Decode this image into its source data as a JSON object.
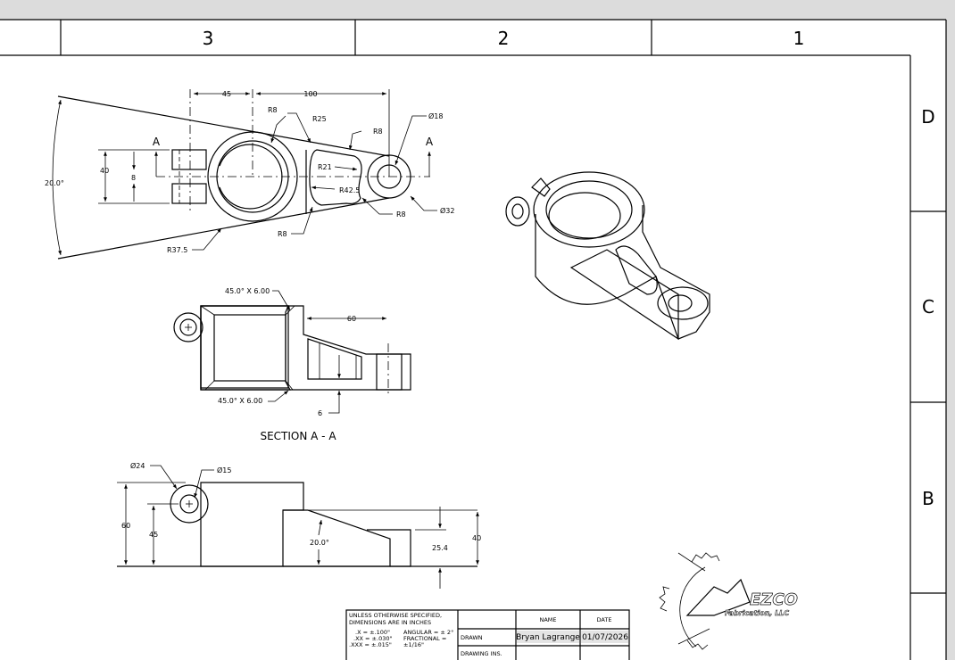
{
  "zones": {
    "columns": [
      "3",
      "2",
      "1"
    ],
    "rows": [
      "D",
      "C",
      "B"
    ]
  },
  "top_view": {
    "section_label_left": "A",
    "section_label_right": "A",
    "dims": {
      "d45": "45",
      "d100": "100",
      "r8_top": "R8",
      "r25": "R25",
      "r8_right": "R8",
      "dia18": "Ø18",
      "d40": "40",
      "d8": "8",
      "angle": "20.0°",
      "r21": "R21",
      "r42_5": "R42.5",
      "r8_lower": "R8",
      "dia32": "Ø32",
      "r8_bottom": "R8",
      "r37_5": "R37.5"
    }
  },
  "section_view": {
    "chamfer_top": "45.0° X 6.00",
    "chamfer_bottom": "45.0° X 6.00",
    "d60": "60",
    "d6": "6",
    "title": "SECTION A - A"
  },
  "front_view": {
    "dia24": "Ø24",
    "dia15": "Ø15",
    "d60": "60",
    "d45": "45",
    "angle": "20.0°",
    "d25_4": "25.4",
    "d40": "40"
  },
  "logo": {
    "text": "Mezco Fabrication, LLC"
  },
  "title_block": {
    "tolerance_heading": "UNLESS OTHERWISE SPECIFIED,",
    "tolerance_heading2": "DIMENSIONS ARE IN INCHES",
    "tol_x": ".X = ±.100\"",
    "tol_xx": ".XX = ±.030\"",
    "tol_xxx": ".XXX = ±.015\"",
    "tol_angular": "ANGULAR = ± 2°",
    "tol_fractional": "FRACTIONAL =",
    "tol_fractional2": "±1/16\"",
    "col_name": "NAME",
    "col_date": "DATE",
    "row_drawn": "DRAWN",
    "row_drawing_ins": "DRAWING INS.",
    "drawn_name": "Bryan Lagrange",
    "drawn_date": "01/07/2026"
  }
}
